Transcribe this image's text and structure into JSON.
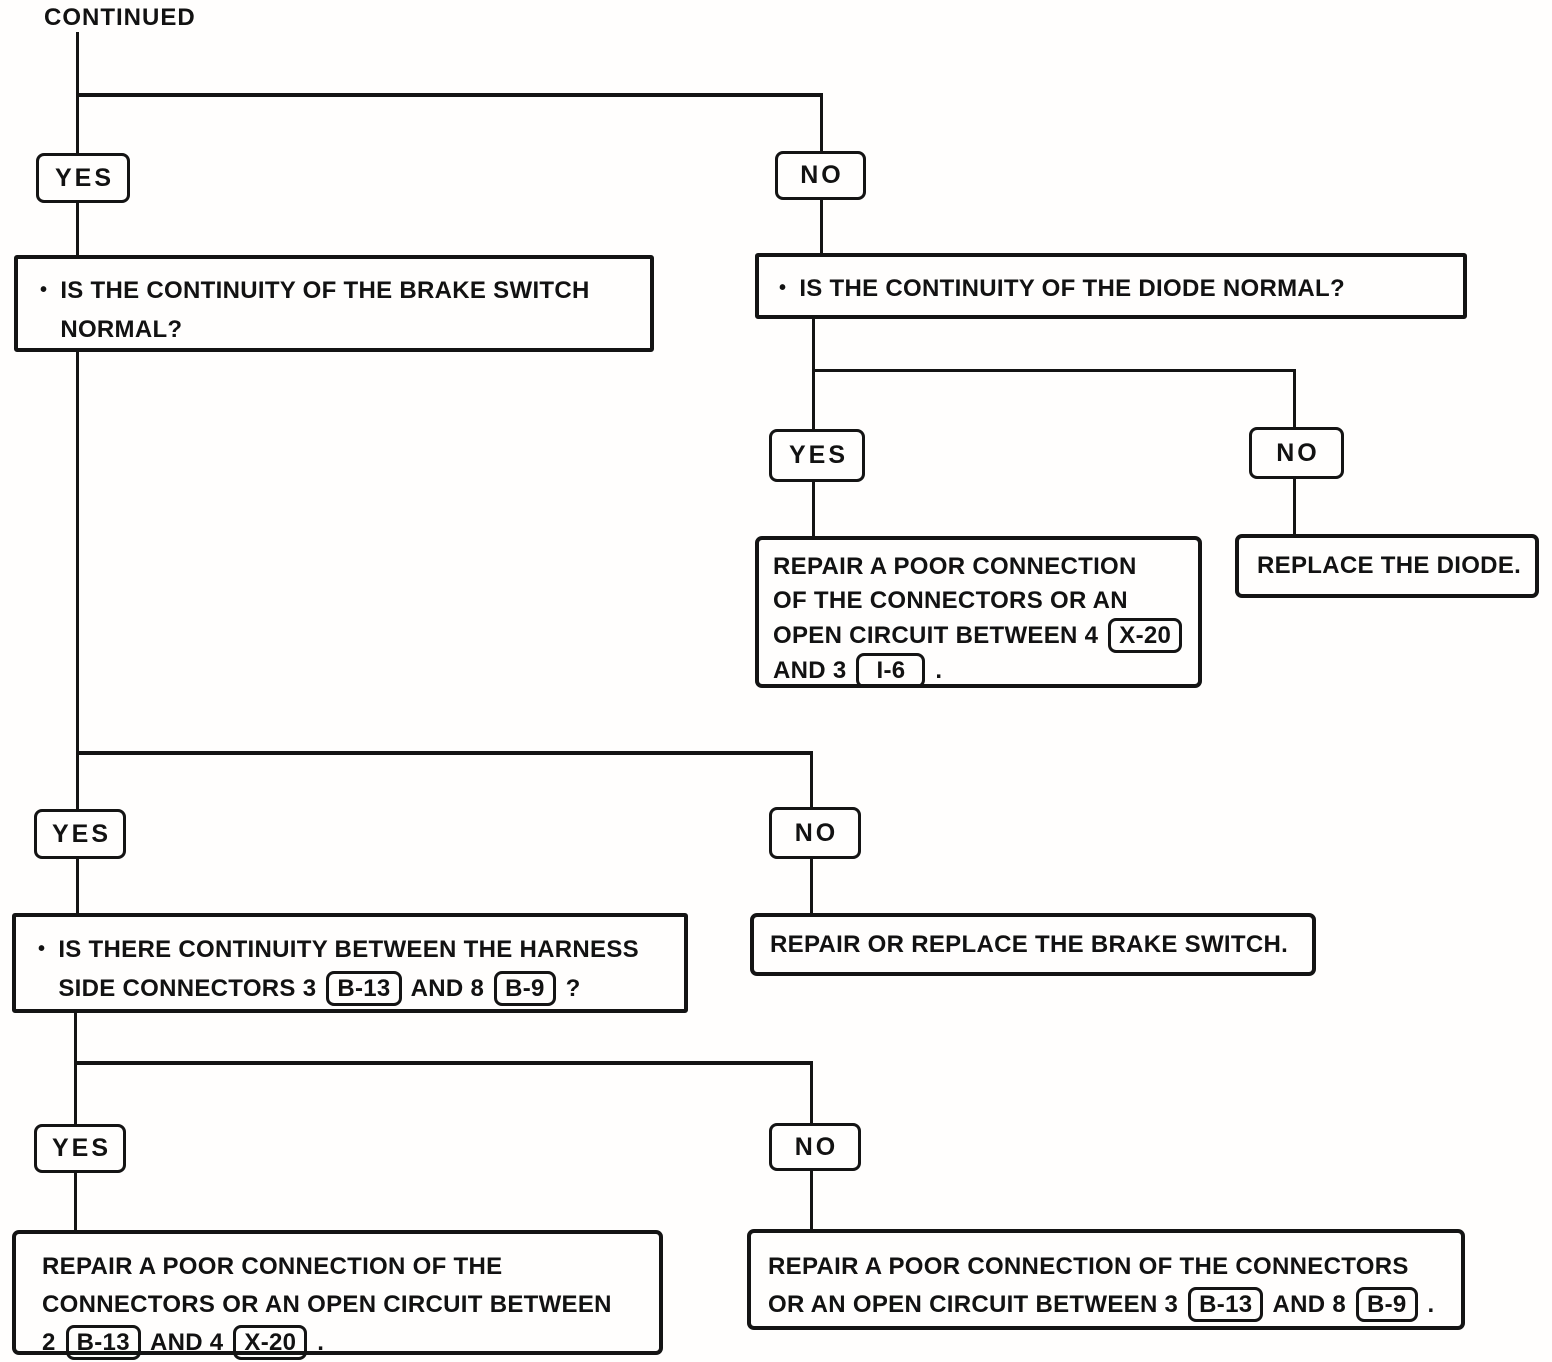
{
  "diagram": {
    "continued": "CONTINUED",
    "yes": "YES",
    "no": "NO",
    "ink_color": "#141414",
    "paper_color": "#fffefd"
  },
  "boxes": {
    "brake_question": {
      "bullet": "•",
      "line1": "IS THE CONTINUITY OF THE BRAKE SWITCH",
      "line2": "NORMAL?"
    },
    "diode_question": {
      "bullet": "•",
      "line1": "IS THE CONTINUITY OF THE DIODE NORMAL?"
    },
    "repair_connection_diode": {
      "line1": "REPAIR A POOR CONNECTION",
      "line2": "OF THE CONNECTORS OR AN",
      "line3_text": "OPEN CIRCUIT BETWEEN 4",
      "line3_tag": "X-20",
      "line4_text": "AND 3",
      "line4_tag": "I-6",
      "line4_end": "."
    },
    "replace_diode": {
      "line1": "REPLACE THE DIODE."
    },
    "harness_question": {
      "bullet": "•",
      "line1": "IS THERE CONTINUITY BETWEEN THE HARNESS",
      "line2_text": "SIDE CONNECTORS 3",
      "line2_tag1": "B-13",
      "line2_mid": "AND 8",
      "line2_tag2": "B-9",
      "line2_end": "?"
    },
    "repair_brake": {
      "line1": "REPAIR OR REPLACE THE BRAKE SWITCH."
    },
    "repair_connection_b13_x20": {
      "line1": "REPAIR A POOR CONNECTION OF THE",
      "line2": "CONNECTORS OR AN OPEN CIRCUIT BETWEEN",
      "line3_text": "2",
      "line3_tag1": "B-13",
      "line3_mid": "AND 4",
      "line3_tag2": "X-20",
      "line3_end": "."
    },
    "repair_connection_b13_b9": {
      "line1": "REPAIR A POOR CONNECTION OF THE CONNECTORS",
      "line2_text": "OR AN OPEN CIRCUIT BETWEEN 3",
      "line2_tag1": "B-13",
      "line2_mid": "AND 8",
      "line2_tag2": "B-9",
      "line2_end": "."
    }
  }
}
